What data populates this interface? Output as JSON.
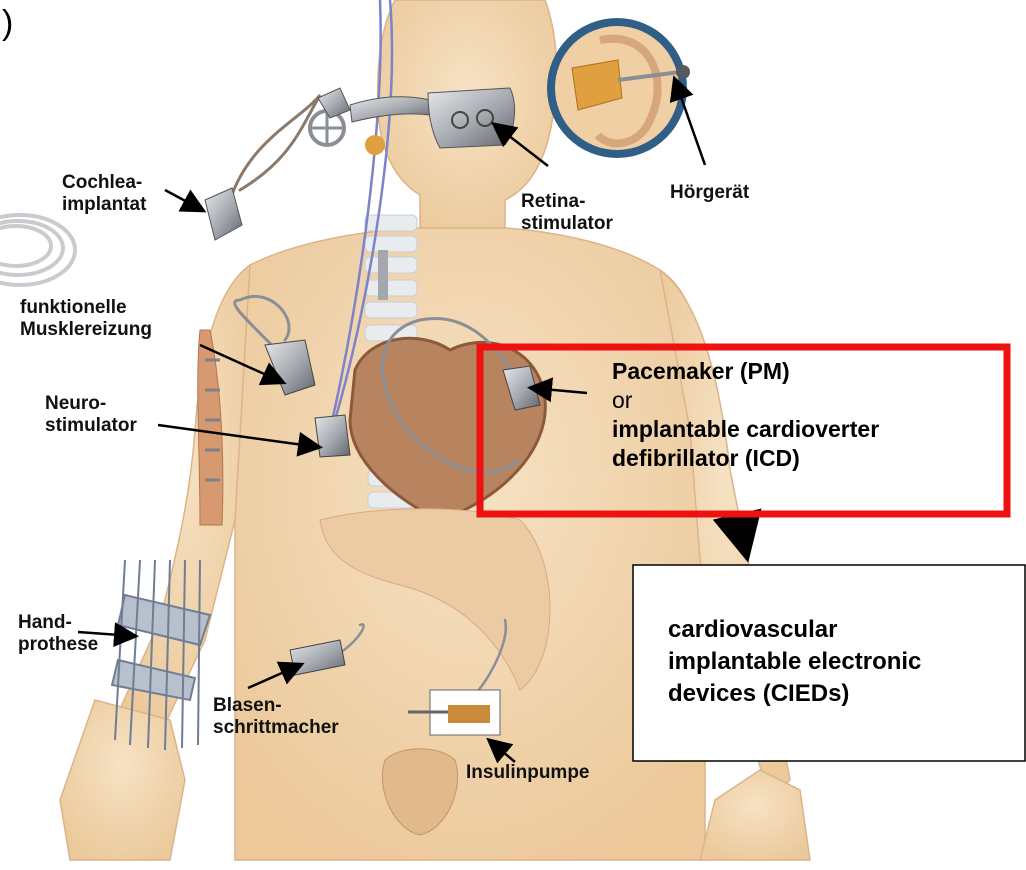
{
  "colors": {
    "skin": "#f2d9b6",
    "skin_shadow": "#e6c49a",
    "device_metal": "#a9adb3",
    "device_dark": "#5b6068",
    "wire": "#8b7a6b",
    "wire_blue": "#7d83c8",
    "heart": "#b8835f",
    "spine": "#e8ecef",
    "inset_bg": "#2f5f86",
    "highlight_red": "#ee1111",
    "box_border": "#000000"
  },
  "stray_mark": ")",
  "labels": {
    "cochlea": "Cochlea-\nimplantat",
    "retina": "Retina-\nstimulator",
    "hoergeraet": "Hörgerät",
    "muskel": "funktionelle\nMusklereizung",
    "neuro": "Neuro-\nstimulator",
    "hand": "Hand-\nprothese",
    "blasen": "Blasen-\nschrittmacher",
    "insulin": "Insulinpumpe"
  },
  "highlight_box": {
    "line1": "Pacemaker (PM)",
    "line2": "or",
    "line3": "implantable cardioverter",
    "line4": "defibrillator (ICD)"
  },
  "cied_box": {
    "line1": "cardiovascular",
    "line2": "implantable electronic",
    "line3": "devices (CIEDs)"
  }
}
